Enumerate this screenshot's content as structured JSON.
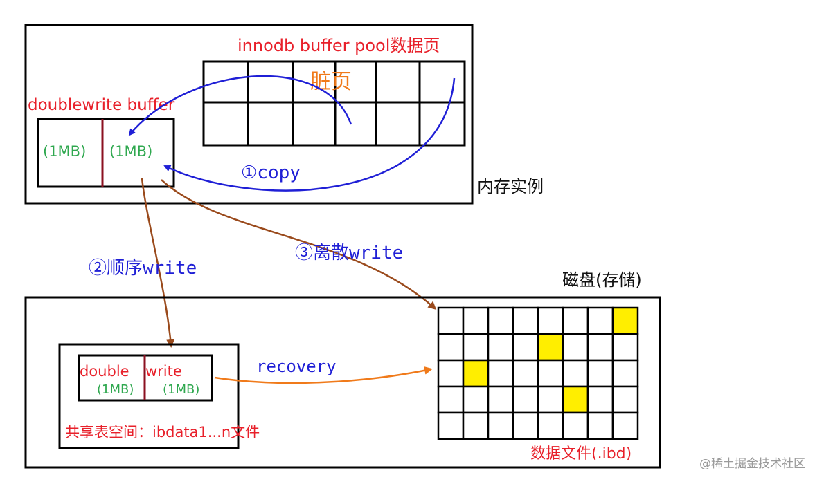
{
  "memory": {
    "buffer_pool_label": "innodb buffer pool数据页",
    "dirty_page_label": "脏页",
    "dw_buffer_label": "doublewrite buffer",
    "dw_left_size": "(1MB)",
    "dw_right_size": "(1MB)",
    "instance_label": "内存实例"
  },
  "steps": {
    "copy_label": "①copy",
    "seq_write_label": "②顺序write",
    "scatter_write_label": "③离散write",
    "recovery_label": "recovery"
  },
  "disk": {
    "disk_label": "磁盘(存储)",
    "shared_dw_left": "double",
    "shared_dw_right": "write",
    "shared_left_size": "(1MB)",
    "shared_right_size": "(1MB)",
    "shared_tablespace_label": "共享表空间：ibdata1...n文件",
    "data_file_label": "数据文件(.ibd)"
  },
  "watermark": "@稀土掘金技术社区",
  "colors": {
    "red": "#e8202a",
    "green": "#2fa84f",
    "blue": "#1f1fd6",
    "brown": "#9a4a1c",
    "orange": "#f07a1a",
    "yellow": "#ffee00",
    "divider": "#8b1020"
  },
  "data_grid": {
    "rows": 5,
    "cols": 8,
    "highlighted": [
      [
        0,
        7
      ],
      [
        1,
        4
      ],
      [
        2,
        1
      ],
      [
        3,
        5
      ]
    ]
  }
}
